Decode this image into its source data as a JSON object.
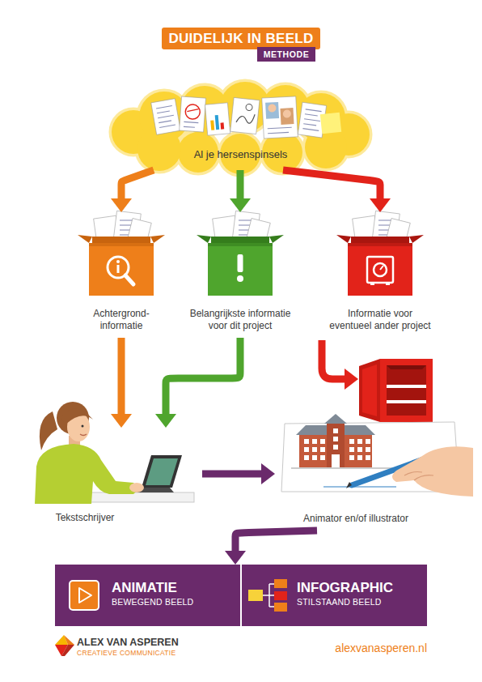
{
  "diagram": {
    "title": "DUIDELIJK IN BEELD",
    "nodes": [
      {
        "text": [
          "Al je hersenspinsels"
        ]
      },
      {
        "text": [
          "Achtergrond- informatie"
        ]
      },
      {
        "text": [
          "Belangrijkste informatie voor dit project"
        ]
      },
      {
        "text": [
          "Informatie voor eventueel ander project"
        ]
      },
      {
        "text": [
          "Tekstschrijver"
        ]
      },
      {
        "text": [
          "Animator en/of illustrator"
        ]
      },
      {
        "text": [
          "ANIMATIE",
          "BEWEGEND BEELD"
        ]
      },
      {
        "text": [
          "INFOGRAPHIC",
          "STILSTAAND BEELD"
        ]
      }
    ],
    "edges": [
      {
        "from": 0,
        "to": 1,
        "arrow": "to"
      },
      {
        "from": 0,
        "to": 2,
        "arrow": "to"
      },
      {
        "from": 0,
        "to": 3,
        "arrow": "to"
      },
      {
        "from": 1,
        "to": 4,
        "arrow": "to"
      },
      {
        "from": 2,
        "to": 4,
        "arrow": "to"
      },
      {
        "from": 4,
        "to": 5,
        "arrow": "to"
      },
      {
        "from": 5,
        "to": 6,
        "arrow": "to"
      }
    ],
    "labels": [
      "METHODE",
      "ALEX VAN ASPEREN",
      "CREATIEVE COMMUNICATIE",
      "alexvanasperen.nl"
    ]
  }
}
